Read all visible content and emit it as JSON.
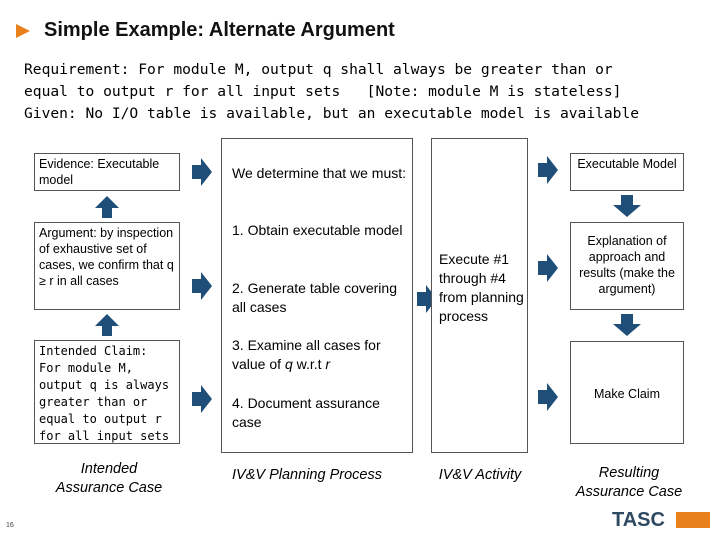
{
  "header": {
    "title": "Simple Example: Alternate Argument",
    "req_line1": "Requirement: For module M, output q shall always be greater than or",
    "req_line2": "equal to output r for all input sets   [Note: module M is stateless]",
    "req_line3": "Given: No I/O table is available, but an executable model is available"
  },
  "left": {
    "evidence": "Evidence: Executable model",
    "argument": "Argument: by inspection of exhaustive set of cases, we confirm that q ≥ r in all cases",
    "claim": "Intended Claim: For module M, output q is always greater than or equal to output r for all input sets",
    "footer_line1": "Intended",
    "footer_line2": "Assurance Case"
  },
  "planning": {
    "intro": "We determine that we must:",
    "step1": "1. Obtain executable model",
    "step2": "2. Generate table covering all cases",
    "step3": "3. Examine all cases for value of q w.r.t r",
    "step4": "4. Document assurance case",
    "footer": "IV&V Planning Process"
  },
  "activity": {
    "text": "Execute #1 through #4 from planning process",
    "footer": "IV&V Activity"
  },
  "right": {
    "model": "Executable Model",
    "explanation": "Explanation of approach and results (make the argument)",
    "claim": "Make Claim",
    "footer_line1": "Resulting",
    "footer_line2": "Assurance Case"
  },
  "slide_number": "16",
  "logo_text": "TASC",
  "colors": {
    "accent": "#e8811c",
    "arrow": "#1f4e79",
    "logo": "#2e4a62"
  }
}
